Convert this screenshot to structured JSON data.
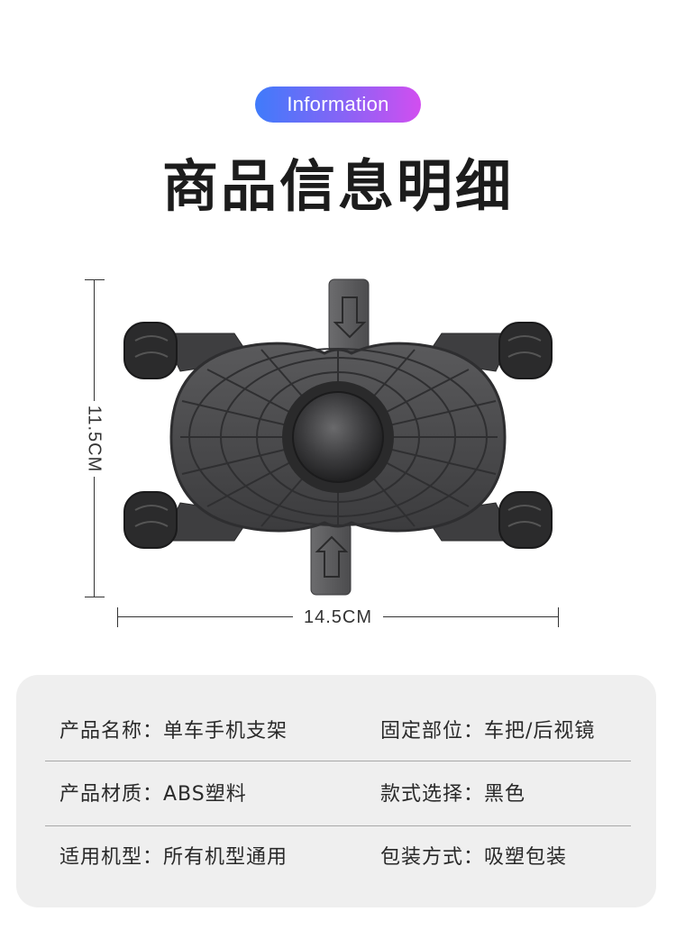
{
  "header": {
    "badge": "Information",
    "title": "商品信息明细"
  },
  "dimensions": {
    "height_label": "11.5CM",
    "width_label": "14.5CM"
  },
  "info_rows": [
    {
      "left": "产品名称：单车手机支架",
      "right": "固定部位：车把/后视镜"
    },
    {
      "left": "产品材质：ABS塑料",
      "right": "款式选择：黑色"
    },
    {
      "left": "适用机型：所有机型通用",
      "right": "包装方式：吸塑包装"
    }
  ],
  "colors": {
    "badge_gradient": [
      "#3f7bfb",
      "#8a63f5",
      "#d24ef0"
    ],
    "title": "#1c1c1c",
    "card_bg": "#efefef",
    "product_body": "#4a4a4c"
  }
}
